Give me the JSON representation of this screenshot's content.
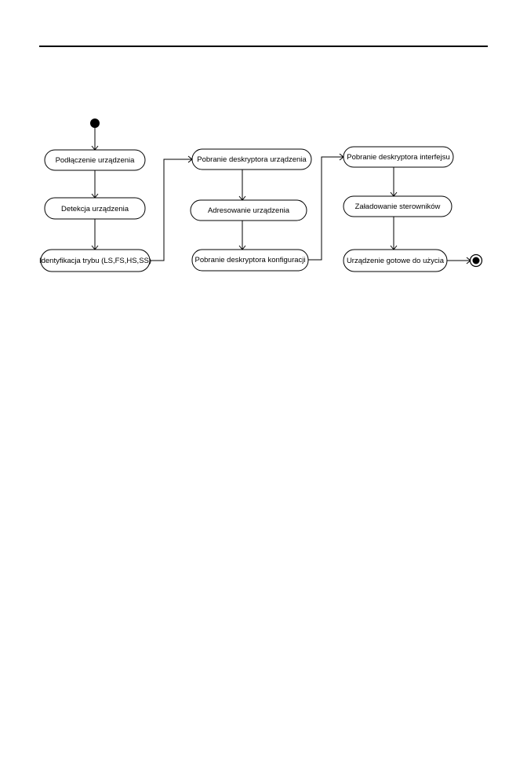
{
  "diagram": {
    "nodes": [
      {
        "id": "n1",
        "label": "Podłączenie urządzenia"
      },
      {
        "id": "n2",
        "label": "Detekcja urządzenia"
      },
      {
        "id": "n3",
        "label": "Identyfikacja trybu (LS,FS,HS,SS)"
      },
      {
        "id": "n4",
        "label": "Pobranie deskryptora urządzenia"
      },
      {
        "id": "n5",
        "label": "Adresowanie urządzenia"
      },
      {
        "id": "n6",
        "label": "Pobranie deskryptora konfiguracji"
      },
      {
        "id": "n7",
        "label": "Pobranie deskryptora interfejsu"
      },
      {
        "id": "n8",
        "label": "Załadowanie sterowników"
      },
      {
        "id": "n9",
        "label": "Urządzenie gotowe do użycia"
      }
    ],
    "edges": [
      [
        "start",
        "n1"
      ],
      [
        "n1",
        "n2"
      ],
      [
        "n2",
        "n3"
      ],
      [
        "n3",
        "n4"
      ],
      [
        "n4",
        "n5"
      ],
      [
        "n5",
        "n6"
      ],
      [
        "n6",
        "n7"
      ],
      [
        "n7",
        "n8"
      ],
      [
        "n8",
        "n9"
      ],
      [
        "n9",
        "end"
      ]
    ]
  }
}
